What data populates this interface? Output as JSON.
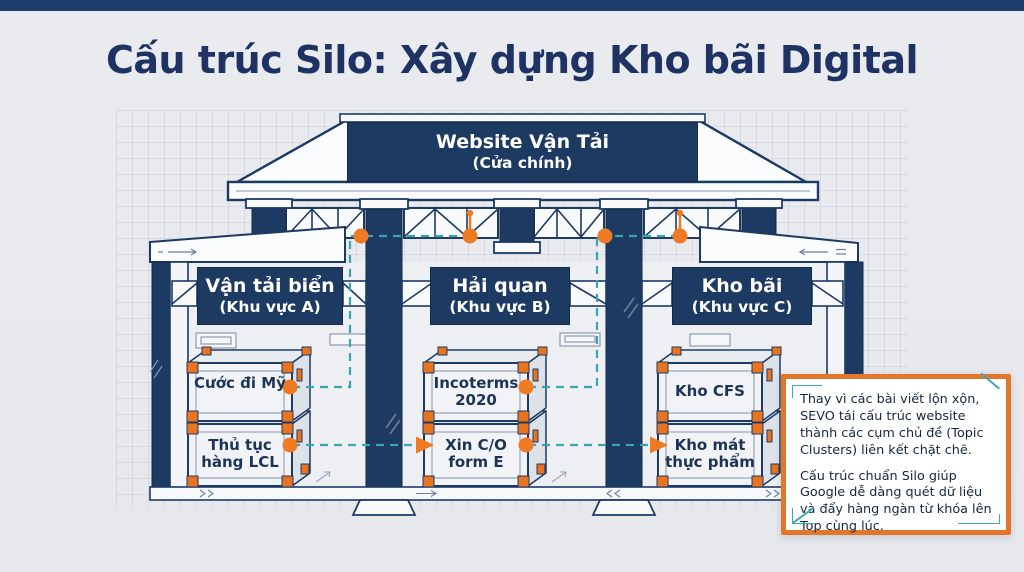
{
  "title": "Cấu trúc Silo: Xây dựng Kho bãi Digital",
  "roof": {
    "line1": "Website Vận Tải",
    "line2": "(Cửa chính)"
  },
  "sections": [
    {
      "name": "Vận tải biển",
      "zone": "(Khu vực A)",
      "crates": [
        "Cước đi Mỹ",
        "Thủ tục hàng LCL"
      ]
    },
    {
      "name": "Hải quan",
      "zone": "(Khu vực B)",
      "crates": [
        "Incoterms 2020",
        "Xin C/O form E"
      ]
    },
    {
      "name": "Kho bãi",
      "zone": "(Khu vực C)",
      "crates": [
        "Kho CFS",
        "Kho mát thực phẩm"
      ]
    }
  ],
  "note": {
    "paragraph1": "Thay vì các bài viết lộn xộn, SEVO tái cấu trúc website thành các cụm chủ đề (Topic Clusters) liên kết chặt chẽ.",
    "paragraph2": "Cấu trúc chuẩn Silo giúp Google dễ dàng quét dữ liệu và đẩy hàng ngàn từ khóa lên Top cùng lúc."
  },
  "colors": {
    "navy": "#1d3a63",
    "orange": "#e9741f",
    "teal": "#3aa4b1",
    "background": "#e9ebef"
  }
}
